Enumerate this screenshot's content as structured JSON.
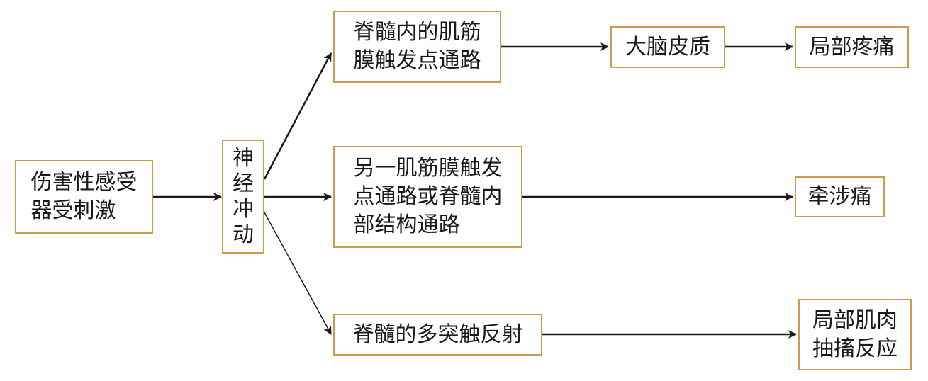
{
  "diagram": {
    "border_color": "#cf9a4a",
    "text_color": "#1a1a1a",
    "arrow_color": "#1a1a1a",
    "nodes": {
      "stimulus": {
        "label": "伤害性感受\n器受刺激"
      },
      "impulse": {
        "label": "神\n经\n冲\n动"
      },
      "top_path": {
        "label": "脊髓内的肌筋\n膜触发点通路"
      },
      "cortex": {
        "label": "大脑皮质"
      },
      "local_pain": {
        "label": "局部疼痛"
      },
      "middle_path": {
        "label": "另一肌筋膜触发\n点通路或脊髓内\n部结构通路"
      },
      "referred_pain": {
        "label": "牵涉痛"
      },
      "bottom_path": {
        "label": "脊髓的多突触反射"
      },
      "twitch": {
        "label": "局部肌肉\n抽搐反应"
      }
    },
    "edges": [
      {
        "from": "stimulus",
        "to": "impulse"
      },
      {
        "from": "impulse",
        "to": "top_path"
      },
      {
        "from": "impulse",
        "to": "middle_path"
      },
      {
        "from": "impulse",
        "to": "bottom_path"
      },
      {
        "from": "top_path",
        "to": "cortex"
      },
      {
        "from": "cortex",
        "to": "local_pain"
      },
      {
        "from": "middle_path",
        "to": "referred_pain"
      },
      {
        "from": "bottom_path",
        "to": "twitch"
      }
    ]
  }
}
